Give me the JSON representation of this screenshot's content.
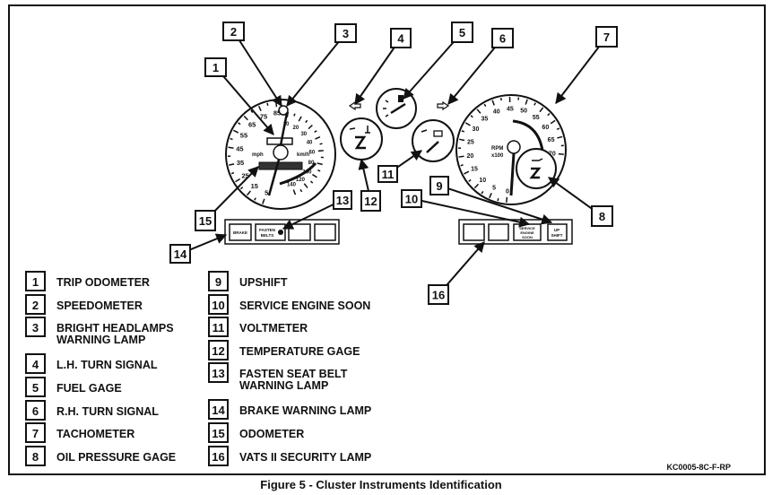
{
  "figure": {
    "caption": "Figure 5 - Cluster Instruments Identification",
    "code": "KC0005-8C-F-RP"
  },
  "speedometer": {
    "mph_label": "mph",
    "kmh_label": "km/h",
    "mph_ticks": [
      "5",
      "15",
      "25",
      "35",
      "45",
      "55",
      "65",
      "75",
      "85"
    ],
    "kmh_ticks": [
      "10",
      "20",
      "30",
      "40",
      "60",
      "80",
      "100",
      "120",
      "140"
    ]
  },
  "tachometer": {
    "unit_label_1": "RPM",
    "unit_label_2": "x100",
    "ticks": [
      "0",
      "5",
      "10",
      "15",
      "20",
      "25",
      "30",
      "35",
      "40",
      "45",
      "50",
      "55",
      "60",
      "65",
      "70"
    ]
  },
  "lamps": {
    "brake": "BRAKE",
    "fasten_belts_1": "FASTEN",
    "fasten_belts_2": "BELTS",
    "service_1": "SERVICE",
    "service_2": "ENGINE",
    "service_3": "SOON",
    "upshift_1": "UP",
    "upshift_2": "SHIFT"
  },
  "legend": [
    {
      "num": "1",
      "lines": [
        "TRIP ODOMETER"
      ]
    },
    {
      "num": "2",
      "lines": [
        "SPEEDOMETER"
      ]
    },
    {
      "num": "3",
      "lines": [
        "BRIGHT HEADLAMPS",
        "WARNING LAMP"
      ]
    },
    {
      "num": "4",
      "lines": [
        "L.H. TURN SIGNAL"
      ]
    },
    {
      "num": "5",
      "lines": [
        "FUEL GAGE"
      ]
    },
    {
      "num": "6",
      "lines": [
        "R.H. TURN SIGNAL"
      ]
    },
    {
      "num": "7",
      "lines": [
        "TACHOMETER"
      ]
    },
    {
      "num": "8",
      "lines": [
        "OIL PRESSURE GAGE"
      ]
    },
    {
      "num": "9",
      "lines": [
        "UPSHIFT"
      ]
    },
    {
      "num": "10",
      "lines": [
        "SERVICE ENGINE SOON"
      ]
    },
    {
      "num": "11",
      "lines": [
        "VOLTMETER"
      ]
    },
    {
      "num": "12",
      "lines": [
        "TEMPERATURE GAGE"
      ]
    },
    {
      "num": "13",
      "lines": [
        "FASTEN SEAT BELT",
        "WARNING LAMP"
      ]
    },
    {
      "num": "14",
      "lines": [
        "BRAKE WARNING LAMP"
      ]
    },
    {
      "num": "15",
      "lines": [
        "ODOMETER"
      ]
    },
    {
      "num": "16",
      "lines": [
        "VATS II SECURITY LAMP"
      ]
    }
  ],
  "callouts": [
    "1",
    "2",
    "3",
    "4",
    "5",
    "6",
    "7",
    "8",
    "9",
    "10",
    "11",
    "12",
    "13",
    "14",
    "15",
    "16"
  ]
}
